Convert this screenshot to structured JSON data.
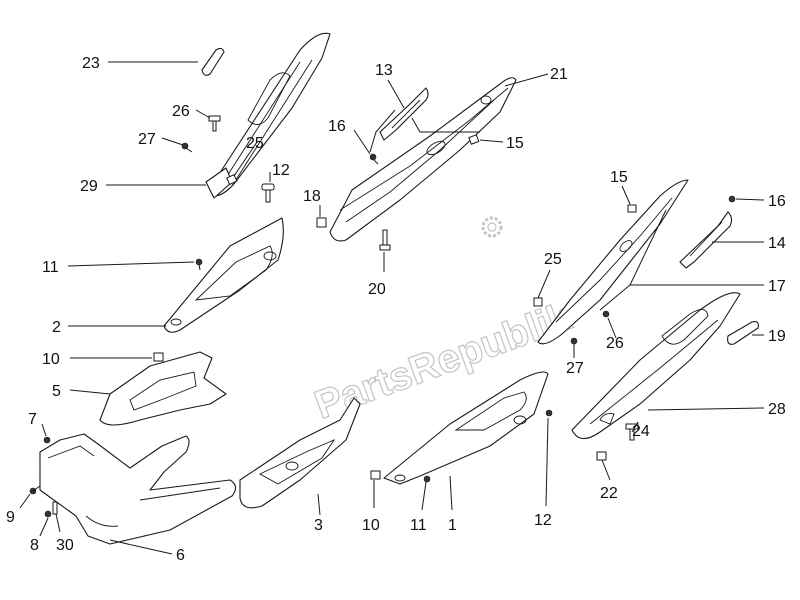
{
  "diagram": {
    "watermark": "PartsRepublik",
    "callouts": [
      {
        "id": "c23",
        "text": "23"
      },
      {
        "id": "c26a",
        "text": "26"
      },
      {
        "id": "c27a",
        "text": "27"
      },
      {
        "id": "c25a",
        "text": "25"
      },
      {
        "id": "c29",
        "text": "29"
      },
      {
        "id": "c12a",
        "text": "12"
      },
      {
        "id": "c18",
        "text": "18"
      },
      {
        "id": "c13",
        "text": "13"
      },
      {
        "id": "c21",
        "text": "21"
      },
      {
        "id": "c16a",
        "text": "16"
      },
      {
        "id": "c15a",
        "text": "15"
      },
      {
        "id": "c20",
        "text": "20"
      },
      {
        "id": "c11a",
        "text": "11"
      },
      {
        "id": "c2",
        "text": "2"
      },
      {
        "id": "c10a",
        "text": "10"
      },
      {
        "id": "c5",
        "text": "5"
      },
      {
        "id": "c7",
        "text": "7"
      },
      {
        "id": "c9",
        "text": "9"
      },
      {
        "id": "c8",
        "text": "8"
      },
      {
        "id": "c30",
        "text": "30"
      },
      {
        "id": "c6",
        "text": "6"
      },
      {
        "id": "c3",
        "text": "3"
      },
      {
        "id": "c10b",
        "text": "10"
      },
      {
        "id": "c11b",
        "text": "11"
      },
      {
        "id": "c1",
        "text": "1"
      },
      {
        "id": "c12b",
        "text": "12"
      },
      {
        "id": "c15b",
        "text": "15"
      },
      {
        "id": "c16b",
        "text": "16"
      },
      {
        "id": "c14",
        "text": "14"
      },
      {
        "id": "c25b",
        "text": "25"
      },
      {
        "id": "c17",
        "text": "17"
      },
      {
        "id": "c19",
        "text": "19"
      },
      {
        "id": "c26b",
        "text": "26"
      },
      {
        "id": "c27b",
        "text": "27"
      },
      {
        "id": "c28",
        "text": "28"
      },
      {
        "id": "c24",
        "text": "24"
      },
      {
        "id": "c22",
        "text": "22"
      }
    ]
  }
}
